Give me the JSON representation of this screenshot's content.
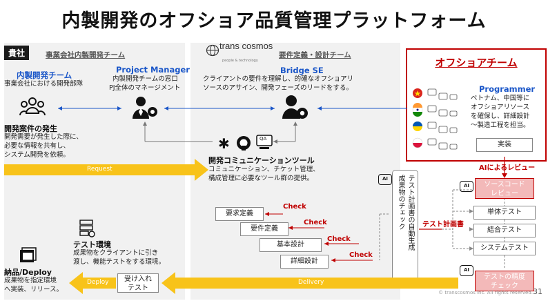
{
  "title": "内製開発のオフショア品質管理プラットフォーム",
  "client_tag": "貴社",
  "client_team_title": "事業会社内製開発チーム",
  "transcosmos_logo": "trans cosmos",
  "transcosmos_sub": "people & technology",
  "req_team_title": "要件定義・設計チーム",
  "offshore_title": "オフショアチーム",
  "inhouse": {
    "title": "内製開発チーム",
    "desc": "事業会社における開発部隊"
  },
  "pm": {
    "title": "Project Manager",
    "line1": "内製開発チームの窓口",
    "line2": "PJ全体のマネージメント"
  },
  "bridge": {
    "title": "Bridge SE",
    "line1": "クライアントの要件を理解し、的確なオフショアリ",
    "line2": "ソースのアサイン、開発フェーズのリードをする。"
  },
  "programmer": {
    "title": "Programmer",
    "lines": [
      "ベトナム、中国等に",
      "オフショアリソース",
      "を確保し、詳細設計",
      "〜製造工程を担当。"
    ],
    "impl": "実装"
  },
  "case": {
    "title": "開発案件の発生",
    "lines": [
      "開発需要が発生した際に、",
      "必要な情報を共有し、",
      "システム開発を依頼。"
    ]
  },
  "tools": {
    "title": "開発コミュニケーションツール",
    "line1": "コミュニケーション、チケット管理、",
    "line2": "構成管理に必要なツール群の提供。"
  },
  "request_label": "Request",
  "ai_review": "AIによるレビュー",
  "source_review": [
    "ソースコード",
    "レビュー"
  ],
  "auto_gen": "テスト計画書の自動生成",
  "deliverable_check": "成果物のチェック",
  "test_plan": "テスト計画書",
  "tests": [
    "単体テスト",
    "結合テスト",
    "システムテスト"
  ],
  "docs": [
    "要求定義",
    "要件定義",
    "基本設計",
    "詳細設計"
  ],
  "check_label": "Check",
  "test_env": {
    "title": "テスト環境",
    "line1": "成果物をクライアントに引き",
    "line2": "渡し、機能テストをする環境。"
  },
  "delivery": {
    "title": "納品/Deploy",
    "line1": "成果物を指定環境",
    "line2": "へ実装、リリース。"
  },
  "deploy_label": "Deploy",
  "delivery_label": "Delivery",
  "acceptance": [
    "受け入れ",
    "テスト"
  ],
  "accuracy_check": [
    "テストの精度",
    "チェック"
  ],
  "ai_icon": "AI",
  "qa_icon": "QA",
  "copyright": "© transcosmos inc. All rights reserved.",
  "page_number": "31",
  "colors": {
    "accent_red": "#c00000",
    "brand_blue": "#1a56c8",
    "arrow_yellow": "#f8c31a"
  }
}
